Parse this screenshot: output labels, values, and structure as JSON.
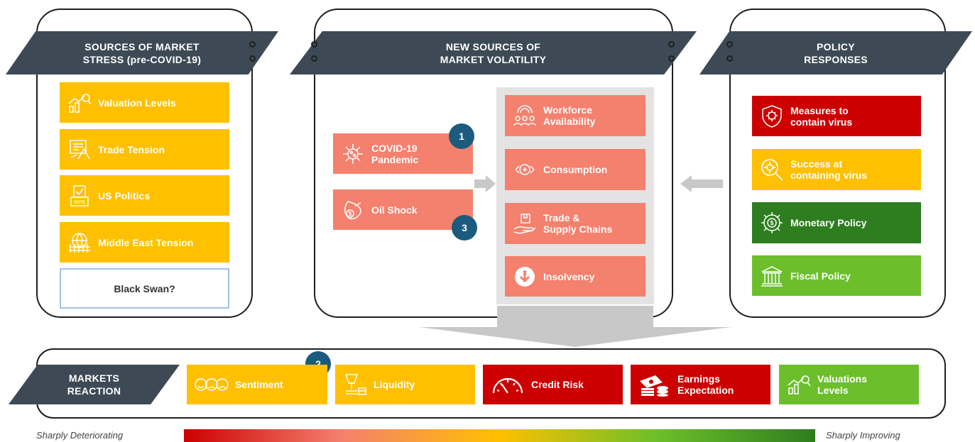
{
  "panels": {
    "stress": {
      "title_line1": "SOURCES OF MARKET",
      "title_line2": "STRESS (pre-COVID-19)",
      "items": [
        {
          "label": "Valuation Levels",
          "icon": "valuation-chart-icon"
        },
        {
          "label": "Trade Tension",
          "icon": "trade-document-icon"
        },
        {
          "label": "US Politics",
          "icon": "vote-box-icon"
        },
        {
          "label": "Middle East Tension",
          "icon": "globe-fence-icon"
        }
      ],
      "black_swan": "Black Swan?"
    },
    "volatility": {
      "title_line1": "NEW SOURCES OF",
      "title_line2": "MARKET VOLATILITY",
      "drivers": [
        {
          "label_line1": "COVID-19",
          "label_line2": "Pandemic",
          "icon": "virus-icon",
          "badge": "1"
        },
        {
          "label_line1": "Oil Shock",
          "label_line2": "",
          "icon": "oil-barrel-icon",
          "badge": "3"
        }
      ],
      "effects": [
        {
          "label_line1": "Workforce",
          "label_line2": "Availability",
          "icon": "workforce-icon"
        },
        {
          "label_line1": "Consumption",
          "label_line2": "",
          "icon": "consumption-icon"
        },
        {
          "label_line1": "Trade &",
          "label_line2": "Supply Chains",
          "icon": "supply-chain-icon"
        },
        {
          "label_line1": "Insolvency",
          "label_line2": "",
          "icon": "insolvency-icon"
        }
      ]
    },
    "policy": {
      "title_line1": "POLICY",
      "title_line2": "RESPONSES",
      "items": [
        {
          "label_line1": "Measures to",
          "label_line2": "contain virus",
          "icon": "shield-virus-icon",
          "color": "#cc0000"
        },
        {
          "label_line1": "Success at",
          "label_line2": "containing virus",
          "icon": "magnifier-virus-icon",
          "color": "#ffc000"
        },
        {
          "label_line1": "Monetary Policy",
          "label_line2": "",
          "icon": "gear-coin-icon",
          "color": "#2e7d1f"
        },
        {
          "label_line1": "Fiscal Policy",
          "label_line2": "",
          "icon": "bank-icon",
          "color": "#6cbf2a"
        }
      ]
    },
    "reaction": {
      "title_line1": "MARKETS",
      "title_line2": "REACTION",
      "badge": "2",
      "items": [
        {
          "label_line1": "Sentiment",
          "label_line2": "",
          "icon": "faces-icon",
          "color": "#ffc000"
        },
        {
          "label_line1": "Liquidity",
          "label_line2": "",
          "icon": "liquidity-icon",
          "color": "#ffc000"
        },
        {
          "label_line1": "Credit Risk",
          "label_line2": "",
          "icon": "gauge-icon",
          "color": "#cc0000"
        },
        {
          "label_line1": "Earnings",
          "label_line2": "Expectation",
          "icon": "money-stack-icon",
          "color": "#cc0000"
        },
        {
          "label_line1": "Valuations",
          "label_line2": "Levels",
          "icon": "valuation-chart-icon",
          "color": "#6cbf2a"
        }
      ]
    }
  },
  "scale": {
    "left_label": "Sharply Deteriorating",
    "right_label": "Sharply Improving",
    "gradient_colors": [
      "#cc0000",
      "#f4806e",
      "#ffc000",
      "#6cbf2a",
      "#2e7d1f"
    ]
  }
}
